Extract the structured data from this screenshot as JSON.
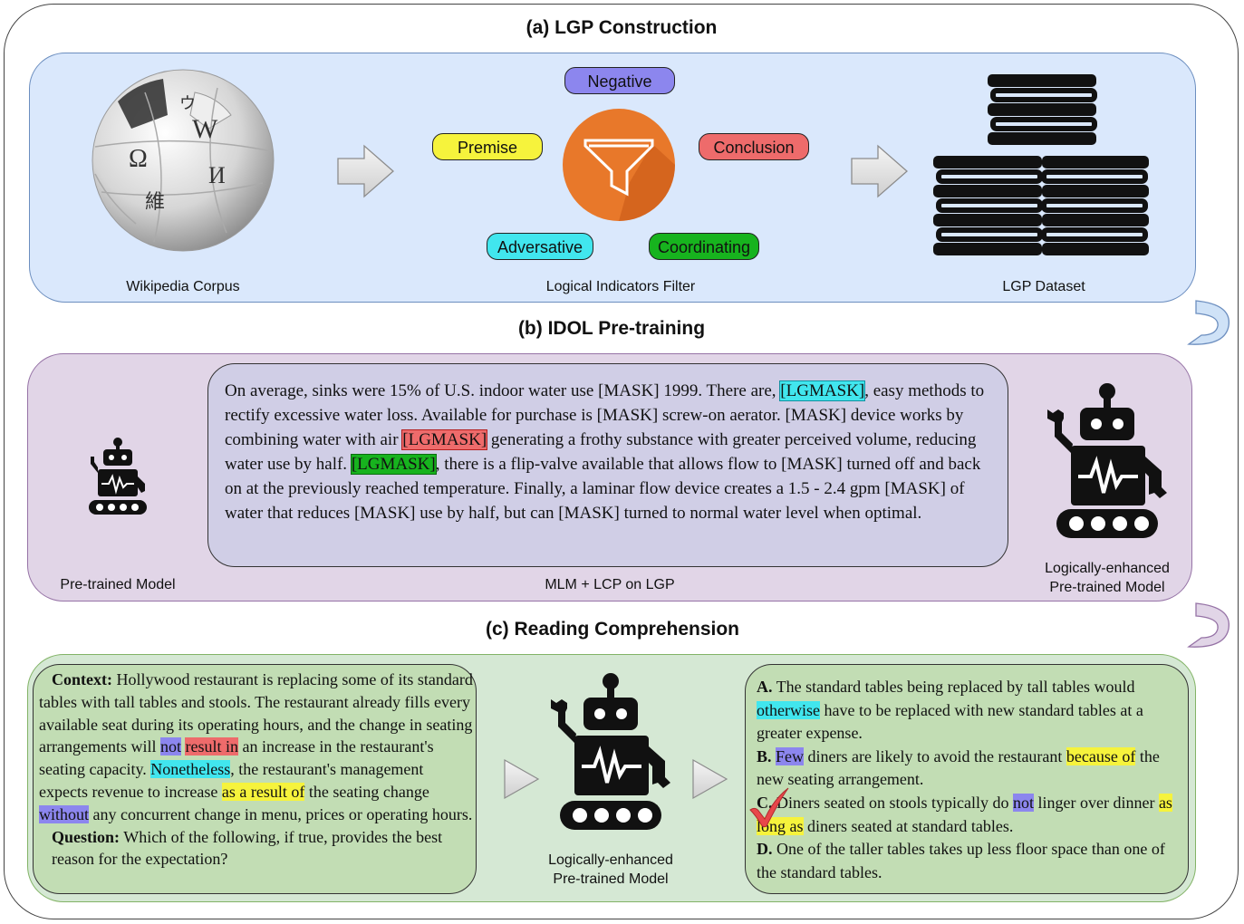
{
  "section_a": {
    "title": "(a) LGP Construction",
    "wikipedia_label": "Wikipedia Corpus",
    "filter_label": "Logical Indicators Filter",
    "dataset_label": "LGP Dataset",
    "globe_glyphs": [
      "W",
      "Ω",
      "И",
      "維",
      "ウ"
    ],
    "indicators": {
      "negative": "Negative",
      "premise": "Premise",
      "conclusion": "Conclusion",
      "adversative": "Adversative",
      "coordinating": "Coordinating"
    },
    "colors": {
      "negative": "#8c86ee",
      "premise": "#f6f33c",
      "conclusion": "#ee6b6b",
      "adversative": "#41e6ee",
      "coordinating": "#17b31e",
      "filter": "#e8782a"
    }
  },
  "section_b": {
    "title": "(b) IDOL Pre-training",
    "left_label": "Pre-trained Model",
    "middle_label": "MLM + LCP on LGP",
    "right_label_1": "Logically-enhanced",
    "right_label_2": "Pre-trained Model",
    "passage": {
      "s1": "On average, sinks were 15% of U.S. indoor water use [MASK] 1999. There are,",
      "m1": "[LGMASK]",
      "s2": ", easy methods to rectify excessive water loss. Available for purchase is [MASK] screw-on aerator. [MASK] device works by combining water with air",
      "m2": "[LGMASK]",
      "s3": "generating a frothy substance with greater perceived volume, reducing water use by half.",
      "m3": "[LGMASK]",
      "s4": ", there is a flip-valve available that allows flow to [MASK] turned off and back on at the previously reached temperature. Finally, a laminar flow device creates a 1.5 - 2.4 gpm [MASK] of water that reduces [MASK] use by half, but can [MASK] turned to normal water level when optimal."
    }
  },
  "section_c": {
    "title": "(c) Reading Comprehension",
    "model_label_1": "Logically-enhanced",
    "model_label_2": "Pre-trained Model",
    "context": {
      "label": "Context:",
      "t1": "Hollywood restaurant is replacing some of its standard tables with tall tables and stools. The restaurant already fills every available seat during its operating hours, and the change in seating arrangements will",
      "h_not": "not",
      "h_result_in": "result in",
      "t2": "an increase in the restaurant's seating capacity.",
      "h_nonetheless": "Nonetheless",
      "t3": ", the restaurant's management expects revenue to increase",
      "h_as_a_result_of": "as a result of",
      "t4": "the seating change",
      "h_without": "without",
      "t5": "any concurrent change in menu, prices or operating hours."
    },
    "question": {
      "label": "Question:",
      "text": "Which of the following, if true, provides the best reason for the expectation?"
    },
    "options": {
      "a_label": "A.",
      "a_t1": "The standard tables being replaced by tall tables would",
      "a_h": "otherwise",
      "a_t2": "have to be replaced with new standard tables at a greater expense.",
      "b_label": "B.",
      "b_h1": "Few",
      "b_t1": "diners are likely to avoid the restaurant",
      "b_h2": "because of",
      "b_t2": "the new seating arrangement.",
      "c_label": "C.",
      "c_t1": "Diners seated on stools typically do",
      "c_h1": "not",
      "c_t2": "linger over dinner",
      "c_h2": "as long as",
      "c_t3": "diners seated at standard tables.",
      "d_label": "D.",
      "d_t1": "One of the taller tables takes up less floor space than one of the standard tables.",
      "correct_mark_color": "#e8474a"
    }
  }
}
